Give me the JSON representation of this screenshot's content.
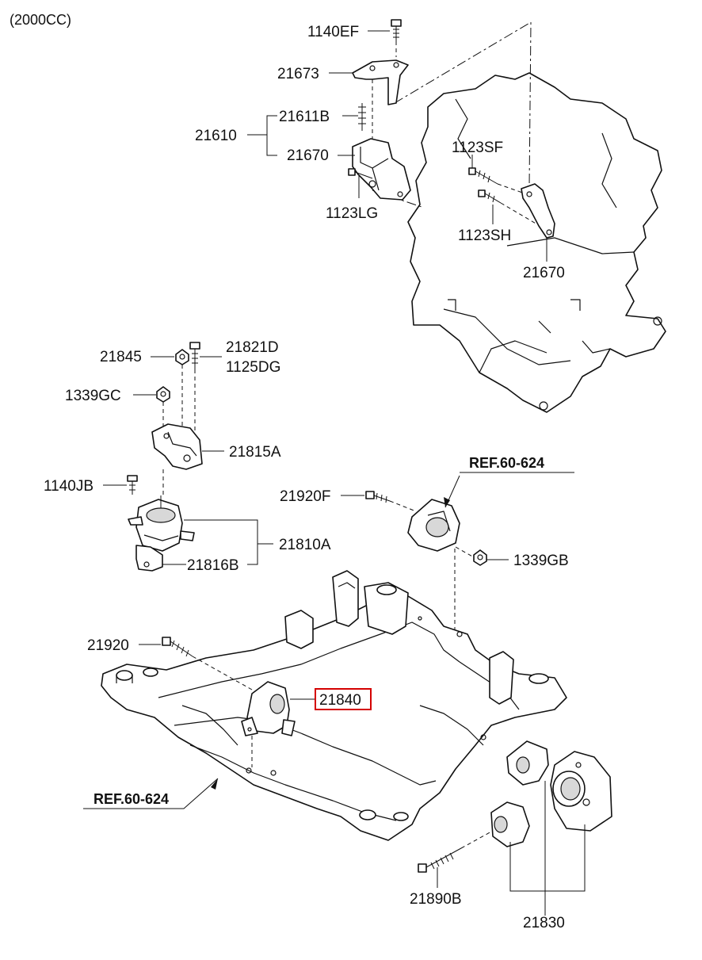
{
  "diagram": {
    "variant_label": "(2000CC)",
    "highlight_color": "#d40000",
    "parts": {
      "p1140EF": "1140EF",
      "p21673": "21673",
      "p21611B": "21611B",
      "p21610": "21610",
      "p21670a": "21670",
      "p1123LG": "1123LG",
      "p1123SF": "1123SF",
      "p1123SH": "1123SH",
      "p21670b": "21670",
      "p21845": "21845",
      "p21821D": "21821D",
      "p1125DG": "1125DG",
      "p1339GC": "1339GC",
      "p21815A": "21815A",
      "p1140JB": "1140JB",
      "p21810A": "21810A",
      "p21816B": "21816B",
      "p21920F": "21920F",
      "p1339GB": "1339GB",
      "p21920": "21920",
      "p21840": "21840",
      "p21890B": "21890B",
      "p21830": "21830"
    },
    "refs": {
      "ref_upper": "REF.60-624",
      "ref_lower": "REF.60-624"
    },
    "highlighted_part": "21840"
  }
}
